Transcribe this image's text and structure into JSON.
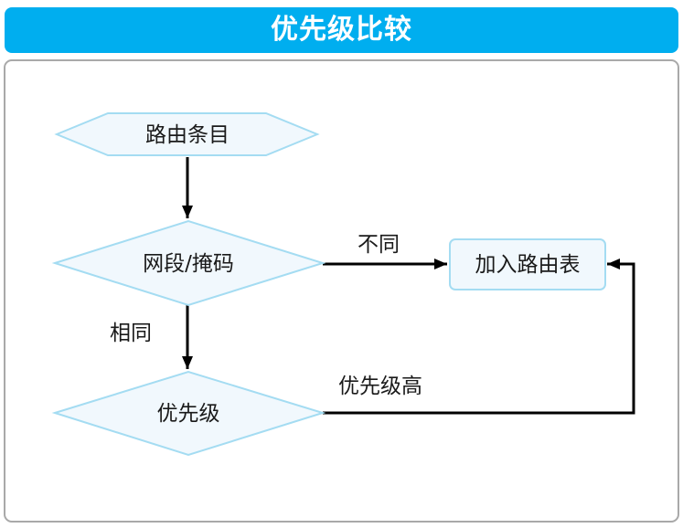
{
  "header": {
    "title": "优先级比较",
    "background_color": "#00AEEF",
    "text_color": "#FFFFFF"
  },
  "flowchart": {
    "nodes": [
      {
        "id": "start",
        "shape": "hexagon",
        "label": "路由条目"
      },
      {
        "id": "decision1",
        "shape": "diamond",
        "label": "网段/掩码"
      },
      {
        "id": "result",
        "shape": "rounded-rect",
        "label": "加入路由表"
      },
      {
        "id": "decision2",
        "shape": "diamond",
        "label": "优先级"
      }
    ],
    "edges": [
      {
        "from": "start",
        "to": "decision1",
        "label": ""
      },
      {
        "from": "decision1",
        "to": "result",
        "label": "不同"
      },
      {
        "from": "decision1",
        "to": "decision2",
        "label": "相同"
      },
      {
        "from": "decision2",
        "to": "result",
        "label": "优先级高"
      }
    ],
    "colors": {
      "node_fill": "#F1F8FD",
      "node_border": "#A4DCF2",
      "arrow": "#000000",
      "panel_border": "#A9A9A9"
    }
  }
}
